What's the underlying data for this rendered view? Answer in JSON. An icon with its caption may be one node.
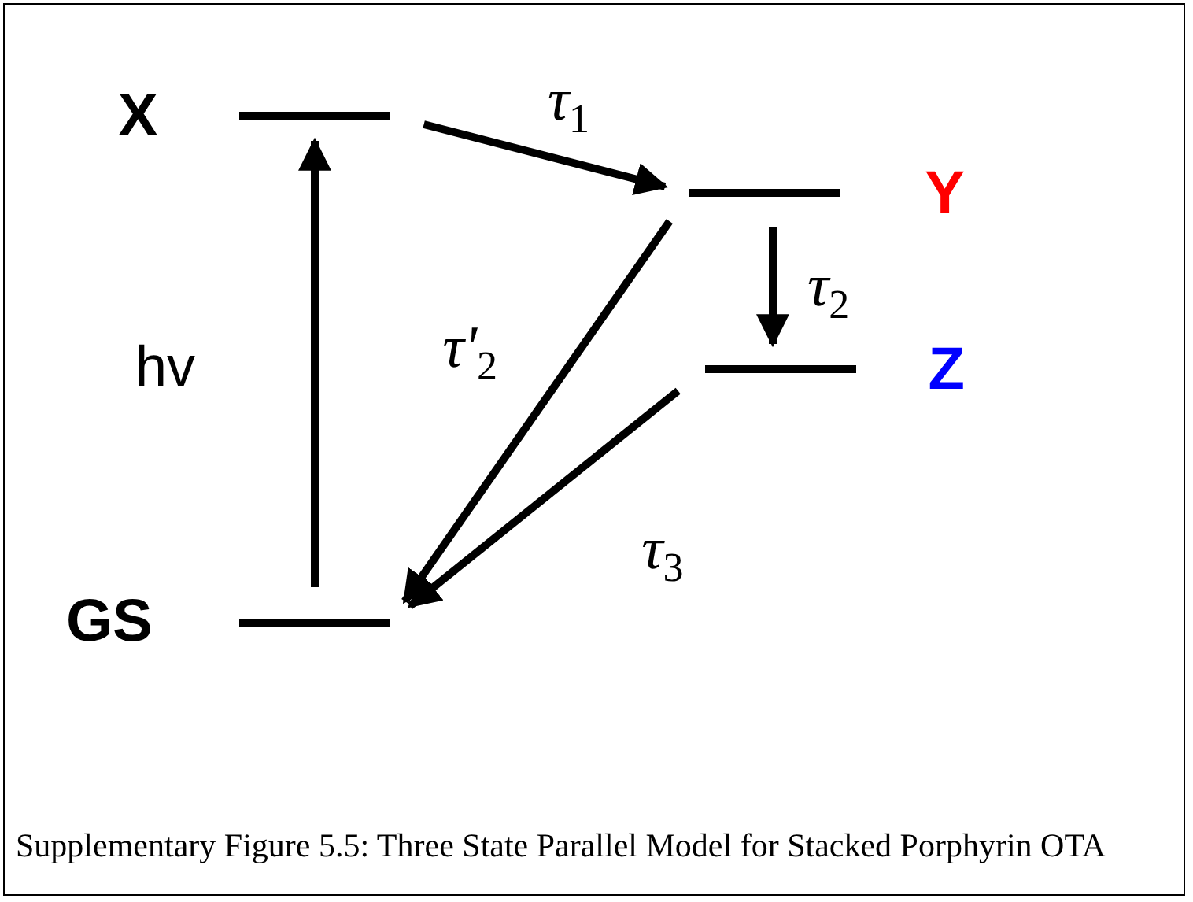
{
  "diagram": {
    "caption": "Supplementary Figure 5.5: Three State Parallel Model for Stacked Porphyrin OTA",
    "nodes": [
      {
        "text": [
          "X"
        ]
      },
      {
        "text": [
          "Y"
        ]
      },
      {
        "text": [
          "Z"
        ]
      },
      {
        "text": [
          "GS"
        ]
      }
    ],
    "edges": [
      {
        "from": 3,
        "to": 0,
        "arrow": "to",
        "label": "hv"
      },
      {
        "from": 0,
        "to": 1,
        "arrow": "to",
        "label": "τ$_{1}$"
      },
      {
        "from": 1,
        "to": 2,
        "arrow": "to",
        "label": "τ$_{2}$"
      },
      {
        "from": 1,
        "to": 3,
        "arrow": "to",
        "label": "τ'$_{2}$"
      },
      {
        "from": 2,
        "to": 3,
        "arrow": "to",
        "label": "τ$_{3}$"
      }
    ]
  }
}
